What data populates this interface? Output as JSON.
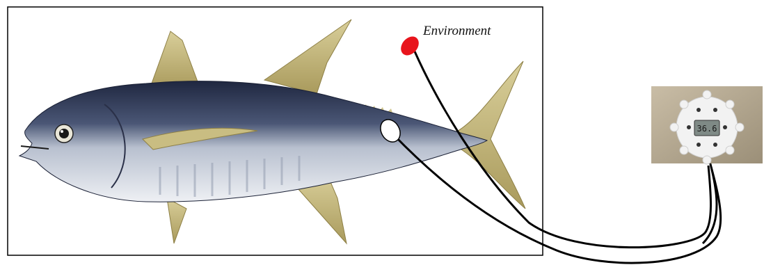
{
  "labels": {
    "environment": "Environment",
    "display_reading": "36.6"
  },
  "colors": {
    "environment_sensor": "#e8141c",
    "body_sensor": "#ffffff",
    "wire": "#000000",
    "fish_back": "#2b3350",
    "fish_belly": "#dde2ea",
    "fin": "#cfc28a",
    "device_background": "#b8ab95",
    "device_body": "#f2f2f2",
    "lcd": "#7f8a86"
  },
  "icons": {
    "fish": "yellowfin-tuna-illustration",
    "device": "temperature-logger-photo"
  }
}
